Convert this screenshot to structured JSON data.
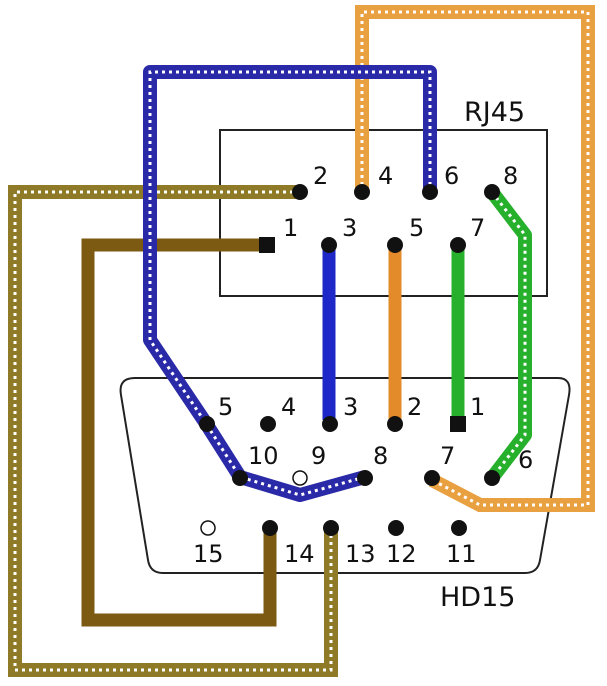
{
  "connectors": {
    "rj45": {
      "title": "RJ45",
      "pins": [
        "1",
        "2",
        "3",
        "4",
        "5",
        "6",
        "7",
        "8"
      ]
    },
    "hd15": {
      "title": "HD15",
      "pins": [
        "1",
        "2",
        "3",
        "4",
        "5",
        "6",
        "7",
        "8",
        "9",
        "10",
        "11",
        "12",
        "13",
        "14",
        "15"
      ]
    }
  },
  "wires": [
    {
      "id": "wire-rj45-6-hd15-5-8",
      "color": "#2a2aa8",
      "style": "dotted-pair"
    },
    {
      "id": "wire-rj45-4-hd15-7",
      "color": "#e8a040",
      "style": "dotted-pair"
    },
    {
      "id": "wire-rj45-2-hd15-13",
      "color": "#8f7a28",
      "style": "dotted-pair"
    },
    {
      "id": "wire-rj45-1-hd15-14",
      "color": "#7d5a12",
      "style": "solid"
    },
    {
      "id": "wire-rj45-3-hd15-3",
      "color": "#1e28c8",
      "style": "solid"
    },
    {
      "id": "wire-rj45-5-hd15-2",
      "color": "#e38a2a",
      "style": "solid"
    },
    {
      "id": "wire-rj45-7-hd15-1",
      "color": "#27b02c",
      "style": "solid"
    },
    {
      "id": "wire-rj45-8-hd15-6",
      "color": "#27b02c",
      "style": "dotted-pair"
    }
  ]
}
